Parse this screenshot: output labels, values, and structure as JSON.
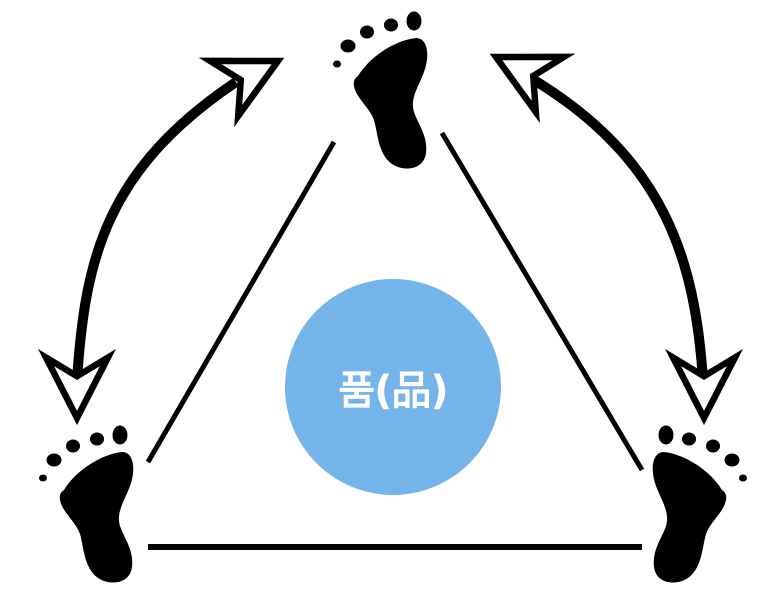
{
  "diagram": {
    "center": {
      "label": "품(品)",
      "color": "#74b4e8",
      "text_color": "#ffffff"
    },
    "nodes": [
      {
        "id": "foot-top",
        "icon": "footprint-icon",
        "position": "top"
      },
      {
        "id": "foot-bottom-left",
        "icon": "footprint-icon",
        "position": "bottom-left"
      },
      {
        "id": "foot-bottom-right",
        "icon": "footprint-icon",
        "position": "bottom-right",
        "mirrored": true
      }
    ],
    "edges": [
      {
        "from": "foot-top",
        "to": "foot-bottom-left",
        "type": "line"
      },
      {
        "from": "foot-top",
        "to": "foot-bottom-right",
        "type": "line"
      },
      {
        "from": "foot-bottom-left",
        "to": "foot-bottom-right",
        "type": "line"
      },
      {
        "from": "foot-bottom-left",
        "to": "foot-top",
        "type": "double-headed-curved-arrow"
      },
      {
        "from": "foot-top",
        "to": "foot-bottom-right",
        "type": "double-headed-curved-arrow"
      }
    ],
    "line_color": "#000000"
  }
}
